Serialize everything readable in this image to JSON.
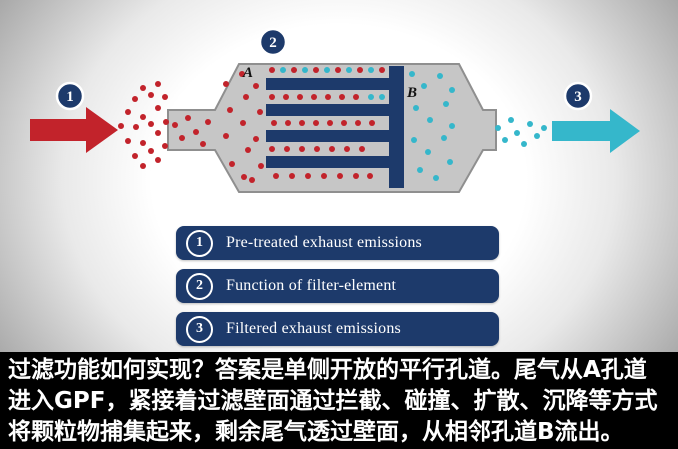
{
  "colors": {
    "navy": "#1d3a6b",
    "red": "#c2232b",
    "cyan": "#35b7cb",
    "filter_gray": "#c6c6c6",
    "filter_stroke": "#8f8f8f",
    "caption_bg": "#000000",
    "caption_text": "#ffffff"
  },
  "diagram": {
    "marker_1": "1",
    "marker_2": "2",
    "marker_3": "3",
    "label_channel_a": "A",
    "label_channel_b": "B",
    "particles": [
      [
        121,
        126,
        "r"
      ],
      [
        128,
        112,
        "r"
      ],
      [
        128,
        141,
        "r"
      ],
      [
        135,
        99,
        "r"
      ],
      [
        136,
        127,
        "r"
      ],
      [
        135,
        156,
        "r"
      ],
      [
        143,
        88,
        "r"
      ],
      [
        143,
        117,
        "r"
      ],
      [
        143,
        143,
        "r"
      ],
      [
        143,
        166,
        "r"
      ],
      [
        151,
        95,
        "r"
      ],
      [
        151,
        124,
        "r"
      ],
      [
        151,
        151,
        "r"
      ],
      [
        158,
        84,
        "r"
      ],
      [
        158,
        108,
        "r"
      ],
      [
        158,
        133,
        "r"
      ],
      [
        158,
        160,
        "r"
      ],
      [
        165,
        97,
        "r"
      ],
      [
        166,
        122,
        "r"
      ],
      [
        165,
        146,
        "r"
      ],
      [
        175,
        125,
        "r"
      ],
      [
        182,
        138,
        "r"
      ],
      [
        188,
        118,
        "r"
      ],
      [
        196,
        132,
        "r"
      ],
      [
        203,
        144,
        "r"
      ],
      [
        208,
        122,
        "r"
      ],
      [
        226,
        84,
        "r"
      ],
      [
        230,
        110,
        "r"
      ],
      [
        226,
        136,
        "r"
      ],
      [
        232,
        164,
        "r"
      ],
      [
        242,
        74,
        "r"
      ],
      [
        246,
        97,
        "r"
      ],
      [
        243,
        123,
        "r"
      ],
      [
        248,
        150,
        "r"
      ],
      [
        244,
        177,
        "r"
      ],
      [
        256,
        86,
        "r"
      ],
      [
        260,
        112,
        "r"
      ],
      [
        256,
        139,
        "r"
      ],
      [
        261,
        166,
        "r"
      ],
      [
        252,
        180,
        "r"
      ],
      [
        272,
        70,
        "r"
      ],
      [
        283,
        70,
        "c"
      ],
      [
        294,
        70,
        "r"
      ],
      [
        305,
        70,
        "c"
      ],
      [
        316,
        70,
        "r"
      ],
      [
        327,
        70,
        "c"
      ],
      [
        338,
        70,
        "r"
      ],
      [
        349,
        70,
        "c"
      ],
      [
        360,
        70,
        "r"
      ],
      [
        371,
        70,
        "c"
      ],
      [
        382,
        70,
        "r"
      ],
      [
        272,
        97,
        "r"
      ],
      [
        286,
        97,
        "r"
      ],
      [
        300,
        97,
        "r"
      ],
      [
        314,
        97,
        "r"
      ],
      [
        328,
        97,
        "r"
      ],
      [
        342,
        97,
        "r"
      ],
      [
        356,
        97,
        "r"
      ],
      [
        371,
        97,
        "c"
      ],
      [
        382,
        97,
        "c"
      ],
      [
        274,
        123,
        "r"
      ],
      [
        288,
        123,
        "r"
      ],
      [
        302,
        123,
        "r"
      ],
      [
        316,
        123,
        "r"
      ],
      [
        330,
        123,
        "r"
      ],
      [
        344,
        123,
        "r"
      ],
      [
        358,
        123,
        "r"
      ],
      [
        372,
        123,
        "r"
      ],
      [
        272,
        149,
        "r"
      ],
      [
        287,
        149,
        "r"
      ],
      [
        302,
        149,
        "r"
      ],
      [
        317,
        149,
        "r"
      ],
      [
        332,
        149,
        "r"
      ],
      [
        347,
        149,
        "r"
      ],
      [
        362,
        149,
        "r"
      ],
      [
        276,
        176,
        "r"
      ],
      [
        292,
        176,
        "r"
      ],
      [
        308,
        176,
        "r"
      ],
      [
        324,
        176,
        "r"
      ],
      [
        340,
        176,
        "r"
      ],
      [
        356,
        176,
        "r"
      ],
      [
        370,
        176,
        "r"
      ],
      [
        412,
        74,
        "c"
      ],
      [
        424,
        86,
        "c"
      ],
      [
        440,
        76,
        "c"
      ],
      [
        452,
        90,
        "c"
      ],
      [
        416,
        108,
        "c"
      ],
      [
        430,
        120,
        "c"
      ],
      [
        446,
        104,
        "c"
      ],
      [
        452,
        126,
        "c"
      ],
      [
        414,
        140,
        "c"
      ],
      [
        428,
        152,
        "c"
      ],
      [
        444,
        138,
        "c"
      ],
      [
        420,
        170,
        "c"
      ],
      [
        436,
        178,
        "c"
      ],
      [
        450,
        162,
        "c"
      ],
      [
        498,
        128,
        "c"
      ],
      [
        505,
        140,
        "c"
      ],
      [
        511,
        120,
        "c"
      ],
      [
        517,
        133,
        "c"
      ],
      [
        524,
        144,
        "c"
      ],
      [
        530,
        124,
        "c"
      ],
      [
        537,
        136,
        "c"
      ],
      [
        544,
        128,
        "c"
      ]
    ]
  },
  "legend": {
    "items": [
      {
        "num": "1",
        "label": "Pre-treated exhaust emissions"
      },
      {
        "num": "2",
        "label": "Function of filter-element"
      },
      {
        "num": "3",
        "label": "Filtered exhaust emissions"
      }
    ]
  },
  "caption": {
    "lines": [
      "过滤功能如何实现？答案是单侧开放的平行孔道。尾气从A孔道",
      "进入GPF，紧接着过滤壁面通过拦截、碰撞、扩散、沉降等方式",
      "将颗粒物捕集起来，剩余尾气透过壁面，从相邻孔道B流出。"
    ]
  }
}
